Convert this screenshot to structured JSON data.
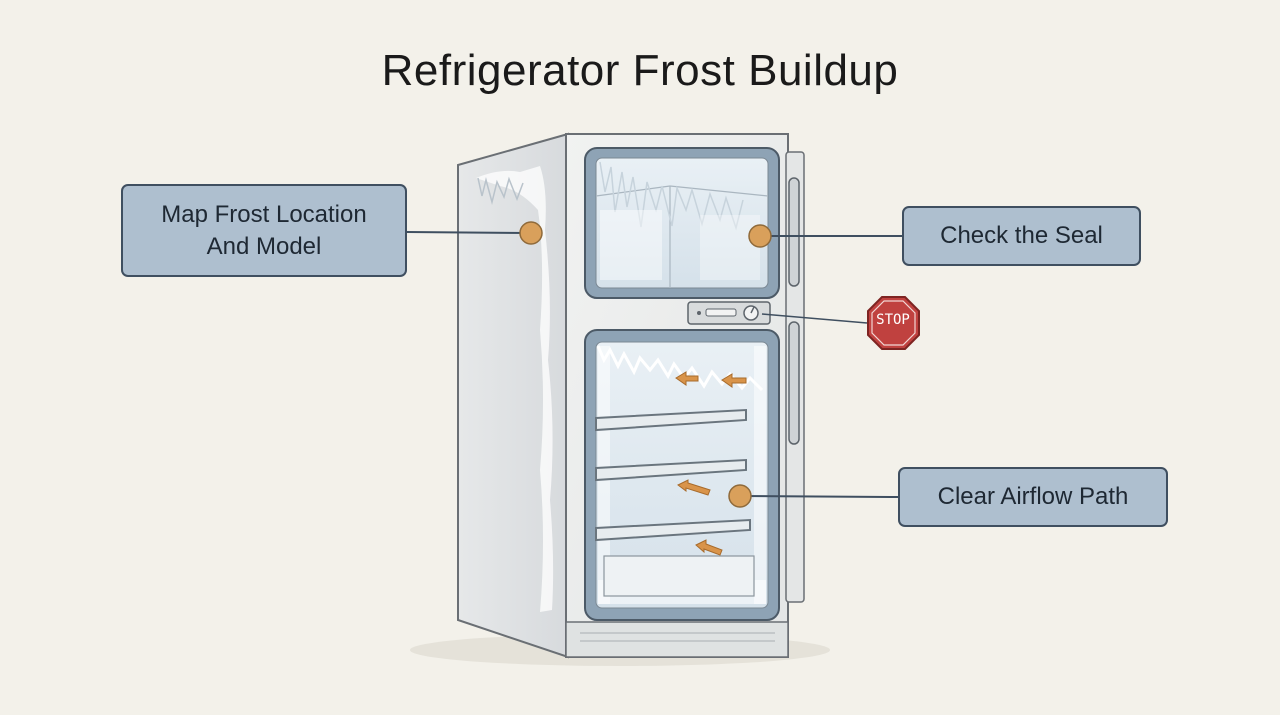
{
  "title": "Refrigerator Frost Buildup",
  "callouts": {
    "map_frost": "Map Frost Location\nAnd Model",
    "check_seal": "Check the Seal",
    "clear_airflow": "Clear Airflow Path"
  },
  "stop_sign": "STOP",
  "colors": {
    "background": "#f3f1ea",
    "callout_fill": "#aebfcf",
    "callout_border": "#3f4f60",
    "marker": "#d9a05b",
    "stop_red": "#c0413f",
    "arrow": "#d9944a"
  }
}
